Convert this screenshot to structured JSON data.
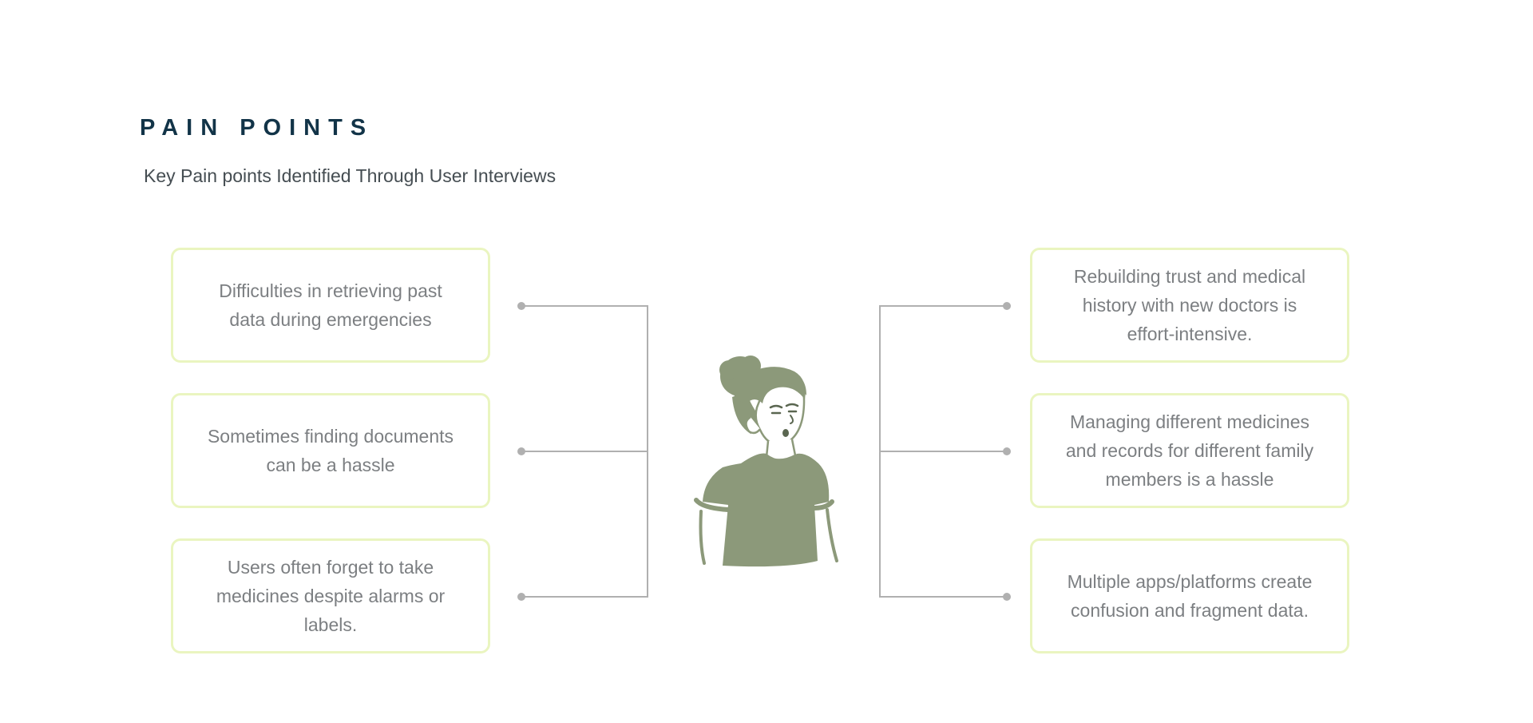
{
  "header": {
    "title": "PAIN POINTS",
    "subtitle": "Key Pain points Identified Through User Interviews"
  },
  "pain_points": {
    "left": [
      {
        "text": "Difficulties in retrieving past data during emergencies"
      },
      {
        "text": "Sometimes finding documents can be a hassle"
      },
      {
        "text": "Users often forget to take medicines despite alarms or labels."
      }
    ],
    "right": [
      {
        "text": "Rebuilding trust and medical history with new doctors is effort-intensive."
      },
      {
        "text": "Managing different medicines and records for different family members is a hassle"
      },
      {
        "text": "Multiple apps/platforms create confusion and fragment data."
      }
    ]
  },
  "illustration": {
    "icon": "worried-person-illustration",
    "color": "#8c997a"
  },
  "colors": {
    "title": "#123448",
    "subtitle": "#454d52",
    "card_border": "#eaf5c0",
    "card_text": "#7c7f82",
    "connector": "#b0b0b0"
  }
}
